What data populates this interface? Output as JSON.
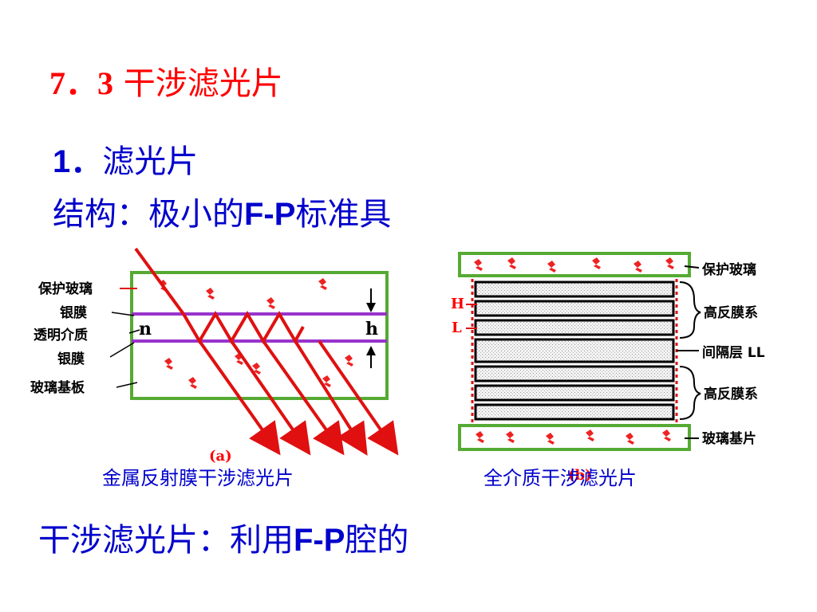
{
  "title": {
    "number": "7．3",
    "text": "干涉滤光片"
  },
  "section": {
    "number": "1．",
    "text": "滤光片"
  },
  "structure": {
    "prefix": "结构：极小的",
    "bold": "F-P",
    "suffix": "标准具"
  },
  "figure_a": {
    "labels": [
      "保护玻璃",
      "银膜",
      "透明介质",
      "银膜",
      "玻璃基板"
    ],
    "n_label": "n",
    "h_label": "h",
    "tag": "(a)",
    "caption": "金属反射膜干涉滤光片"
  },
  "figure_b": {
    "labels": {
      "protect": "保护玻璃",
      "high1": "高反膜系",
      "spacer": "间隔层 LL",
      "high2": "高反膜系",
      "substrate": "玻璃基片"
    },
    "H": "H",
    "L": "L",
    "tag": "(b)",
    "caption": "全介质干涉滤光片"
  },
  "footer": {
    "prefix": "干涉滤光片：利用",
    "bold": "F-P",
    "suffix": "腔的"
  },
  "colors": {
    "red": "#ff0000",
    "blue": "#0000cc",
    "green": "#44aa33",
    "purple": "#9933cc"
  }
}
